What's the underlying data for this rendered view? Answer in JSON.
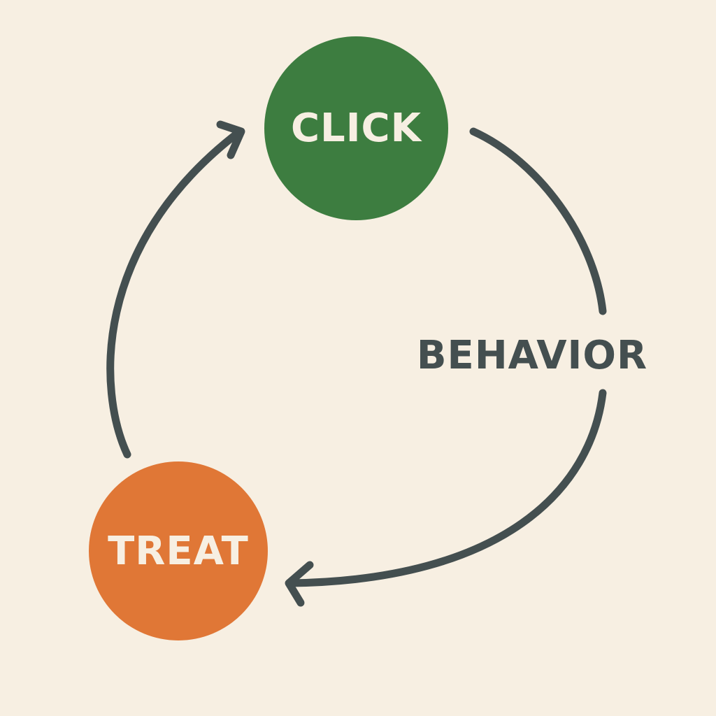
{
  "diagram": {
    "background_color": "#f7efe2",
    "line_color": "#444f50",
    "nodes": [
      {
        "id": "click",
        "label": "CLICK",
        "color": "#3d7d40"
      },
      {
        "id": "treat",
        "label": "TREAT",
        "color": "#e07736"
      }
    ],
    "edge_labels": [
      {
        "id": "behavior",
        "label": "BEHAVIOR"
      }
    ],
    "edges": [
      {
        "from": "click",
        "to": "behavior",
        "arrowhead": false
      },
      {
        "from": "behavior",
        "to": "treat",
        "arrowhead": true
      },
      {
        "from": "treat",
        "to": "click",
        "arrowhead": true
      }
    ]
  }
}
